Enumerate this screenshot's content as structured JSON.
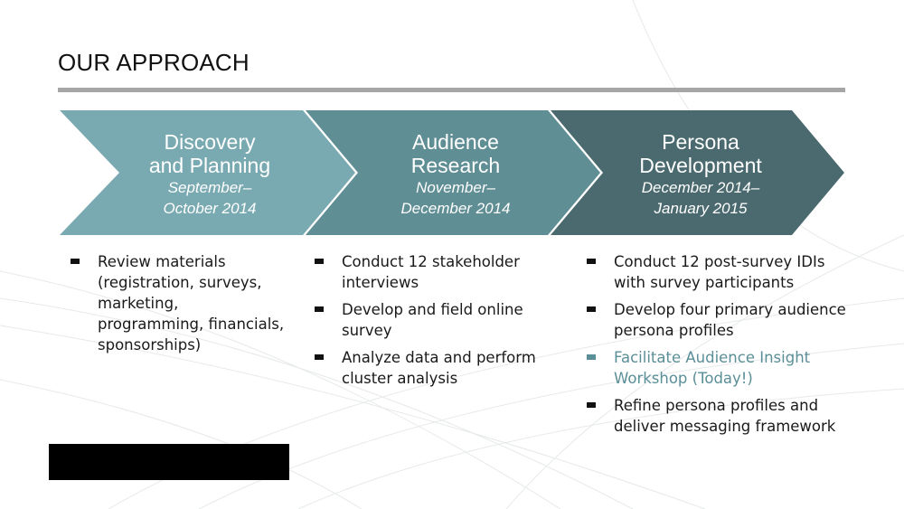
{
  "slide": {
    "title": "OUR APPROACH"
  },
  "colors": {
    "phase1": "#7aaab1",
    "phase2": "#5f8e95",
    "phase3": "#4a6a6f",
    "highlight": "#5b8f98",
    "rule": "#a6a6a6"
  },
  "phases": [
    {
      "name_line1": "Discovery",
      "name_line2": "and Planning",
      "date_line1": "September–",
      "date_line2": "October 2014",
      "items": [
        "Review materials (registration, surveys, marketing, programming, financials, sponsorships)"
      ]
    },
    {
      "name_line1": "Audience",
      "name_line2": "Research",
      "date_line1": "November–",
      "date_line2": "December 2014",
      "items": [
        "Conduct 12 stakeholder interviews",
        "Develop and field online survey",
        "Analyze data and perform cluster analysis"
      ]
    },
    {
      "name_line1": "Persona",
      "name_line2": "Development",
      "date_line1": "December 2014–",
      "date_line2": "January 2015",
      "items": [
        "Conduct 12 post-survey IDIs with survey participants",
        "Develop four primary audience persona profiles",
        "Facilitate Audience Insight Workshop (Today!)",
        "Refine persona profiles and deliver messaging framework"
      ]
    }
  ]
}
